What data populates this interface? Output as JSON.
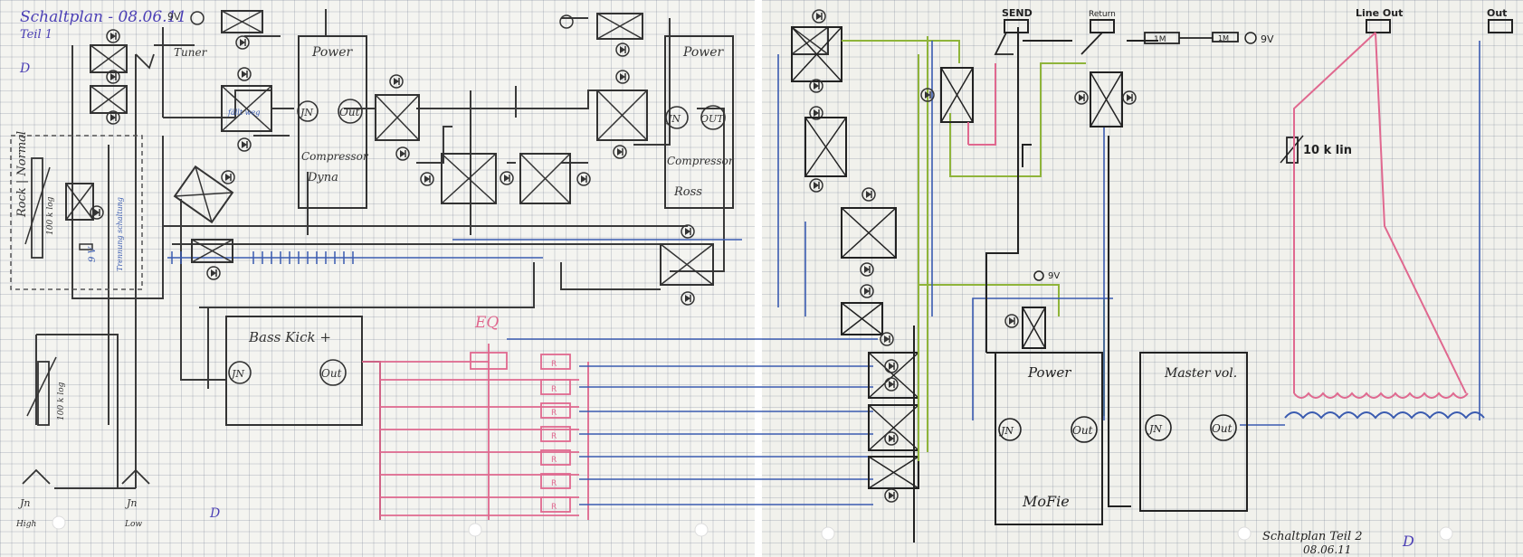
{
  "colors": {
    "pencil": "#3a3a3a",
    "ink_blue": "#3a5bb0",
    "pink": "#e0688f",
    "green": "#8fb43a",
    "author_mark": "#4b3fb5"
  },
  "header": {
    "title": "Schaltplan - 08.06.11",
    "part": "Teil 1",
    "signature": "D"
  },
  "left_sheet": {
    "rock_switch": {
      "label": "Rock | Normal",
      "pot": "100 k log",
      "battery": "9 V",
      "note": "Trennung schaltung"
    },
    "tuner": {
      "label": "Tuner"
    },
    "battery_top": {
      "label": "9V"
    },
    "dyna": {
      "power": "Power",
      "in": "JN",
      "out": "Out",
      "name1": "Compressor",
      "name2": "Dyna"
    },
    "ross": {
      "power": "Power",
      "in": "JN",
      "out": "OUT",
      "name1": "Compressor",
      "name2": "Ross"
    },
    "bass_kick": {
      "title": "Bass Kick +",
      "in": "JN",
      "out": "Out"
    },
    "eq": {
      "label": "EQ",
      "pot_label": "R"
    },
    "input_pot": {
      "label": "100 k log"
    },
    "jacks": {
      "high_label": "Jn",
      "high_sub": "High",
      "low_label": "Jn",
      "low_sub": "Low"
    },
    "signature": "D",
    "relay_note": "fällt weg"
  },
  "right_sheet": {
    "send": "SEND",
    "return": "Return",
    "line_out": "Line Out",
    "out": "Out",
    "resistor_1m": "1M",
    "resistor_2": "1M",
    "battery": "9V",
    "pot": "10 k lin",
    "battery_mid": "9V",
    "mofie": {
      "power": "Power",
      "in": "JN",
      "out": "Out",
      "name": "MoFie"
    },
    "master": {
      "title": "Master vol.",
      "in": "JN",
      "out": "Out"
    },
    "footer_title": "Schaltplan Teil 2",
    "footer_date": "08.06.11",
    "signature": "D"
  }
}
